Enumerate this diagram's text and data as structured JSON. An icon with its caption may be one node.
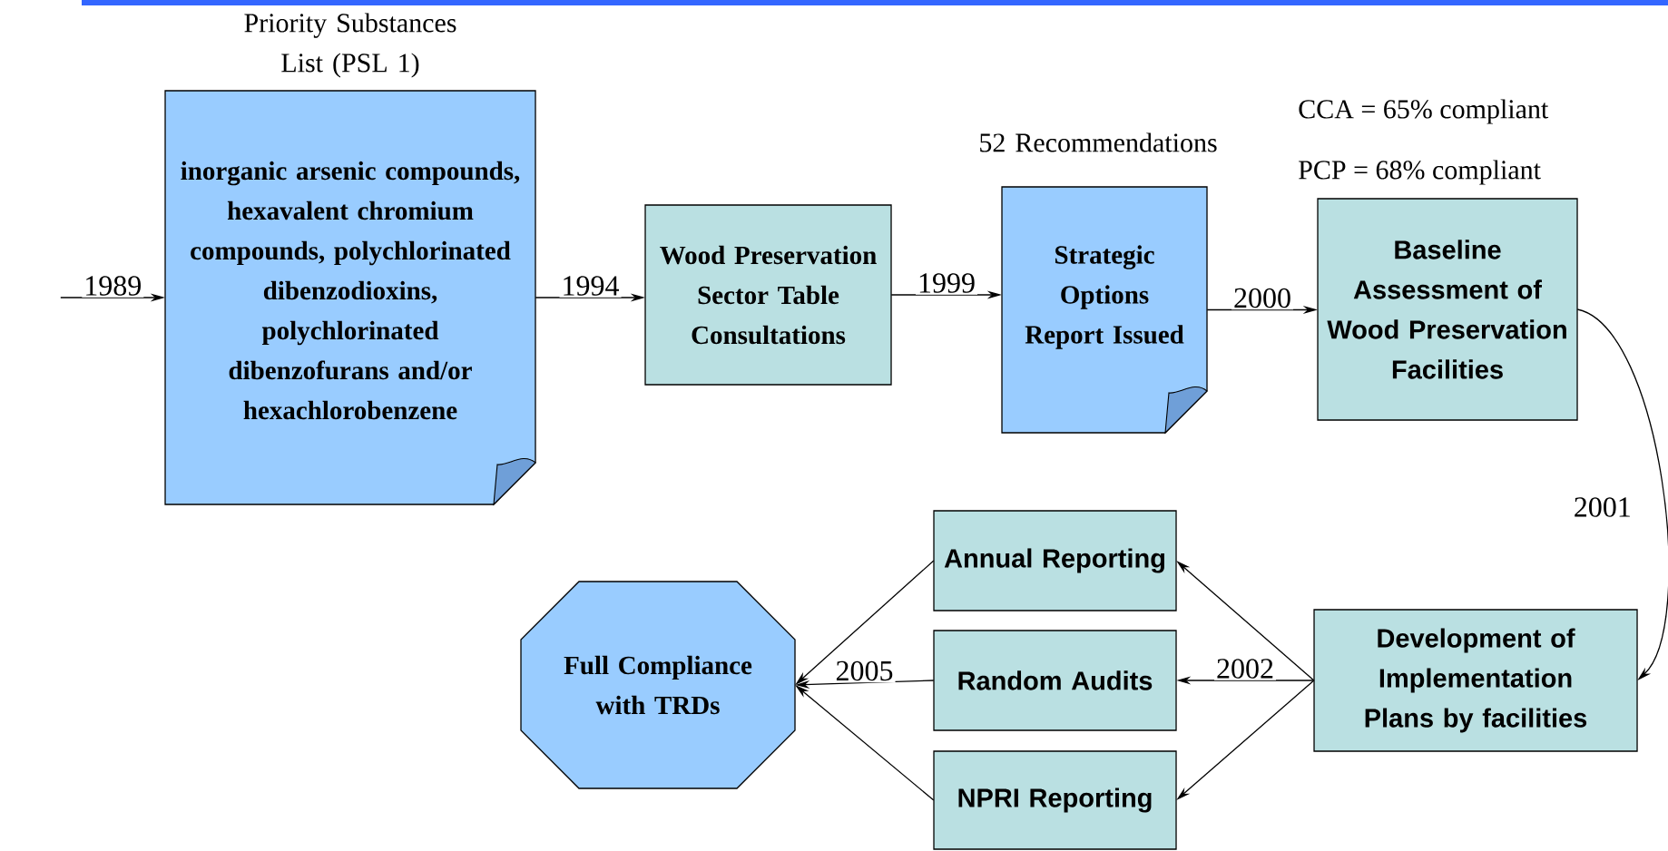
{
  "diagram": {
    "nodes": [
      {
        "text": [
          "inorganic arsenic compounds, hexavalent chromium compounds, polychlorinated dibenzodioxins, polychlorinated dibenzofurans and/or hexachlorobenzene"
        ],
        "beside": [
          "Priority Substances List (PSL 1)"
        ]
      },
      {
        "text": [
          "Wood Preservation Sector Table Consultations"
        ]
      },
      {
        "text": [
          "Strategic Options Report Issued"
        ],
        "beside": [
          "52 Recommendations"
        ]
      },
      {
        "text": [
          "Baseline Assessment of Wood Preservation Facilities"
        ],
        "beside": [
          "CCA = 65% compliant",
          "PCP = 68% compliant"
        ]
      },
      {
        "text": [
          "Development of Implementation Plans by facilities"
        ]
      },
      {
        "text": [
          "Annual Reporting"
        ]
      },
      {
        "text": [
          "Random Audits"
        ]
      },
      {
        "text": [
          "NPRI Reporting"
        ]
      },
      {
        "text": [
          "Full Compliance with TRDs"
        ]
      }
    ],
    "edges": [
      {
        "from": null,
        "to": 0,
        "arrow": "to",
        "label": "1989"
      },
      {
        "from": 0,
        "to": 1,
        "arrow": "to",
        "label": "1994"
      },
      {
        "from": 1,
        "to": 2,
        "arrow": "to",
        "label": "1999"
      },
      {
        "from": 2,
        "to": 3,
        "arrow": "to",
        "label": "2000"
      },
      {
        "from": 3,
        "to": 4,
        "arrow": "to",
        "label": "2001"
      },
      {
        "from": 4,
        "to": 5,
        "arrow": "to"
      },
      {
        "from": 4,
        "to": 6,
        "arrow": "to",
        "label": "2002"
      },
      {
        "from": 4,
        "to": 7,
        "arrow": "to"
      },
      {
        "from": 5,
        "to": 8,
        "arrow": "to"
      },
      {
        "from": 6,
        "to": 8,
        "arrow": "to",
        "label": "2005"
      },
      {
        "from": 7,
        "to": 8,
        "arrow": "to"
      }
    ]
  }
}
